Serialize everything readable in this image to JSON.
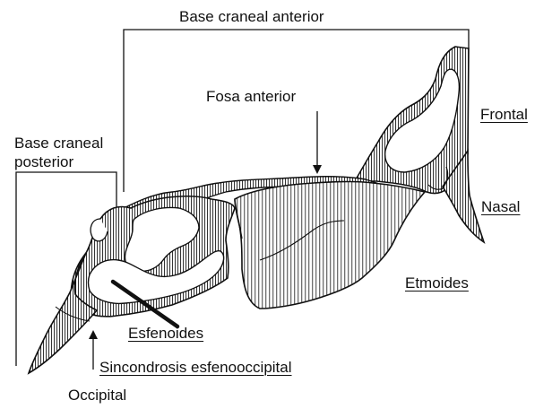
{
  "labels": {
    "base_anterior": "Base craneal anterior",
    "fosa_anterior": "Fosa anterior",
    "frontal": "Frontal",
    "base_posterior_line1": "Base craneal",
    "base_posterior_line2": "posterior",
    "nasal": "Nasal",
    "etmoides": "Etmoides",
    "esfenoides": "Esfenoides",
    "sincondrosis": "Sincondrosis  esfenooccipital",
    "occipital": "Occipital"
  },
  "colors": {
    "ink": "#111111",
    "background": "#ffffff"
  }
}
